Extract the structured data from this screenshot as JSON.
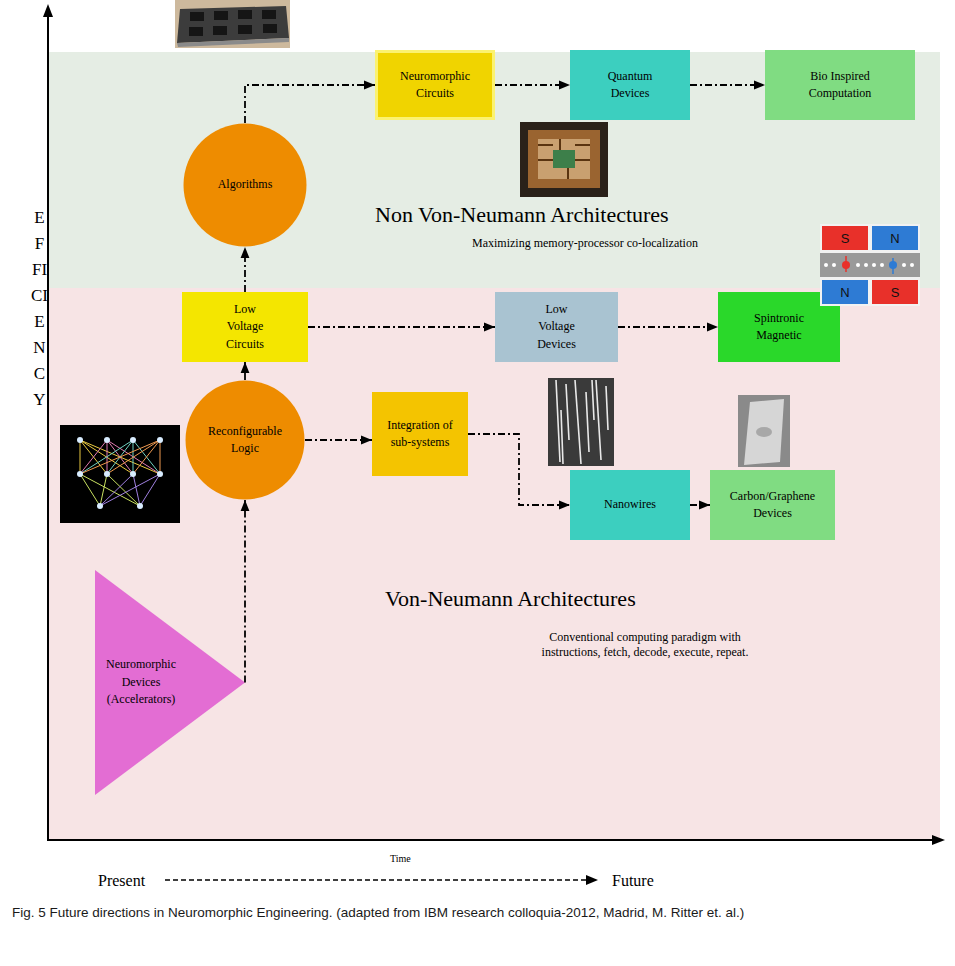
{
  "diagram": {
    "caption": "Fig. 5 Future directions in Neuromorphic Engineering. (adapted from IBM research colloquia-2012, Madrid, M. Ritter et. al.)",
    "nodes": [
      {
        "text": [
          "Non Von-Neumann Architectures",
          "Maximizing memory-processor co-localization"
        ]
      },
      {
        "text": [
          "Neuromorphic Circuits"
        ],
        "in": 0
      },
      {
        "text": [
          "Quantum Devices"
        ],
        "in": 0
      },
      {
        "text": [
          "Bio Inspired Computation"
        ],
        "in": 0
      },
      {
        "text": [
          "Algorithms"
        ],
        "in": 0
      },
      {
        "text": [
          "Von-Neumann Architectures",
          "Conventional computing paradigm with instructions, fetch, decode, execute, repeat."
        ]
      },
      {
        "text": [
          "Low Voltage Circuits"
        ],
        "in": 5
      },
      {
        "text": [
          "Low Voltage Devices"
        ],
        "in": 5
      },
      {
        "text": [
          "Spintronic Magnetic"
        ],
        "in": 5
      },
      {
        "text": [
          "Reconfigurable Logic"
        ],
        "in": 5
      },
      {
        "text": [
          "Integration of sub-systems"
        ],
        "in": 5
      },
      {
        "text": [
          "Nanowires"
        ],
        "in": 5
      },
      {
        "text": [
          "Carbon/Graphene Devices"
        ],
        "in": 5
      },
      {
        "text": [
          "Neuromorphic Devices (Accelerators)"
        ],
        "in": 5
      }
    ],
    "edges": [
      {
        "from": 13,
        "to": 9,
        "arrow": "to"
      },
      {
        "from": 9,
        "to": 6,
        "arrow": "to"
      },
      {
        "from": 6,
        "to": 4,
        "arrow": "to"
      },
      {
        "from": 4,
        "to": 1,
        "arrow": "to"
      },
      {
        "from": 1,
        "to": 2,
        "arrow": "to"
      },
      {
        "from": 2,
        "to": 3,
        "arrow": "to"
      },
      {
        "from": 6,
        "to": 7,
        "arrow": "to"
      },
      {
        "from": 7,
        "to": 8,
        "arrow": "to"
      },
      {
        "from": 9,
        "to": 10,
        "arrow": "to"
      },
      {
        "from": 10,
        "to": 11,
        "arrow": "to"
      },
      {
        "from": 11,
        "to": 12,
        "arrow": "to"
      }
    ],
    "labels": [
      "EFFICIENCY",
      "S",
      "N",
      "N",
      "S",
      "Time",
      "Present",
      "Future"
    ]
  }
}
